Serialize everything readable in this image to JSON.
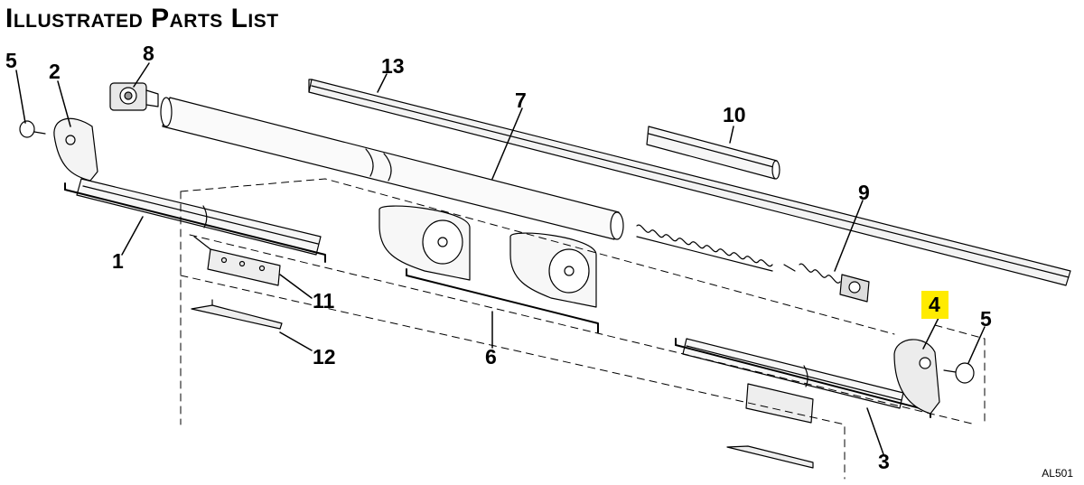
{
  "title": "Illustrated Parts List",
  "drawing_code": "AL501",
  "highlight_color": "#ffeb00",
  "callouts": {
    "c1": "1",
    "c2": "2",
    "c3": "3",
    "c4": "4",
    "c5_left": "5",
    "c5_right": "5",
    "c6": "6",
    "c7": "7",
    "c8": "8",
    "c9": "9",
    "c10": "10",
    "c11": "11",
    "c12": "12",
    "c13": "13"
  },
  "highlighted_part": "4"
}
